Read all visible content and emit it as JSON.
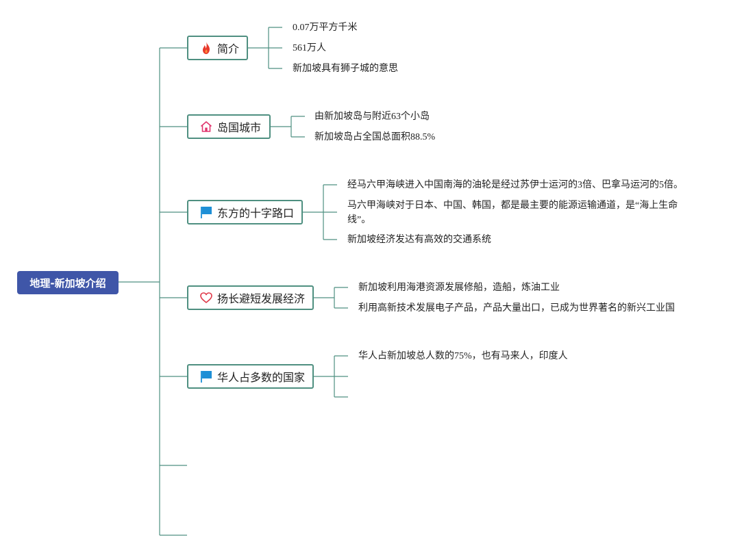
{
  "root": {
    "label": "地理-新加坡介绍"
  },
  "colors": {
    "root_bg": "#3f56a8",
    "line": "#4e8f80",
    "flame": "#e8392b",
    "house": "#e0356e",
    "flag": "#1e8fd6",
    "heart": "#e03a4a"
  },
  "topics": [
    {
      "label": "简介",
      "icon": "flame-icon",
      "items": [
        "0.07万平方千米",
        "561万人",
        "新加坡具有狮子城的意思"
      ]
    },
    {
      "label": "岛国城市",
      "icon": "house-icon",
      "items": [
        "由新加坡岛与附近63个小岛",
        "新加坡岛占全国总面积88.5%"
      ]
    },
    {
      "label": "东方的十字路口",
      "icon": "flag-icon",
      "items": [
        "经马六甲海峡进入中国南海的油轮是经过苏伊士运河的3倍、巴拿马运河的5倍。",
        "马六甲海峡对于日本、中国、韩国，都是最主要的能源运输通道，是“海上生命线”。",
        "新加坡经济发达有高效的交通系统"
      ]
    },
    {
      "label": "扬长避短发展经济",
      "icon": "heart-icon",
      "items": [
        "新加坡利用海港资源发展修船，造船，炼油工业",
        "利用高新技术发展电子产品，产品大量出口，已成为世界著名的新兴工业国"
      ]
    },
    {
      "label": "华人占多数的国家",
      "icon": "flag-icon",
      "items": [
        "华人占新加坡总人数的75%，也有马来人，印度人",
        "",
        ""
      ]
    }
  ]
}
